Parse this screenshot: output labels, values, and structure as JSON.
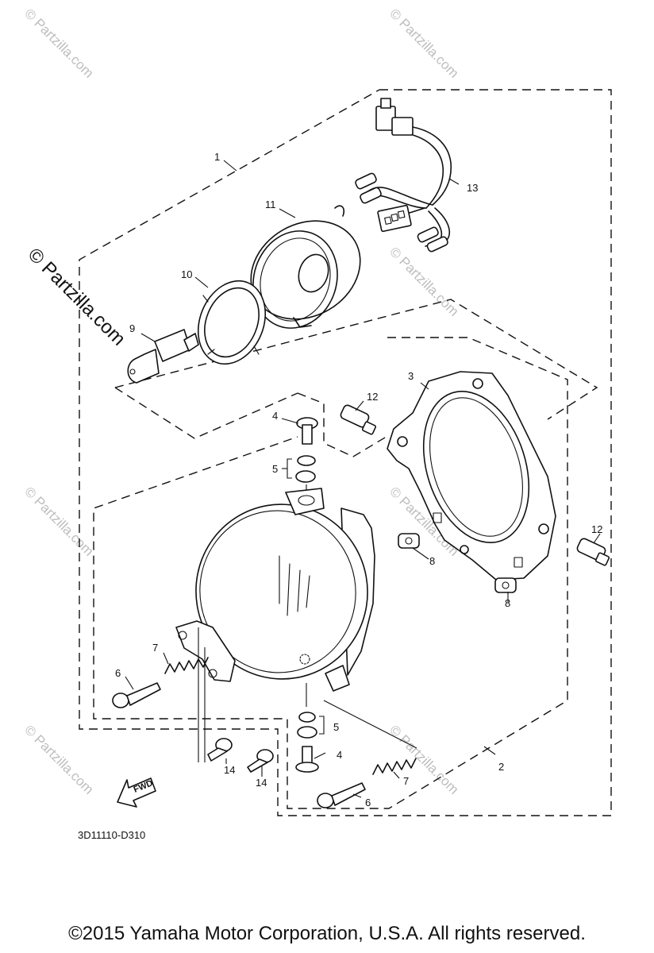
{
  "callouts": {
    "c1": "1",
    "c2": "2",
    "c3": "3",
    "c4a": "4",
    "c4b": "4",
    "c5a": "5",
    "c5b": "5",
    "c6a": "6",
    "c6b": "6",
    "c7a": "7",
    "c7b": "7",
    "c8a": "8",
    "c8b": "8",
    "c9": "9",
    "c10": "10",
    "c11": "11",
    "c12a": "12",
    "c12b": "12",
    "c13": "13",
    "c14a": "14",
    "c14b": "14"
  },
  "watermark": {
    "text": "© Partzilla.com"
  },
  "fwd_label": "FWD",
  "diagram_code": "3D11110-D310",
  "copyright": "©2015 Yamaha Motor Corporation, U.S.A. All rights reserved."
}
